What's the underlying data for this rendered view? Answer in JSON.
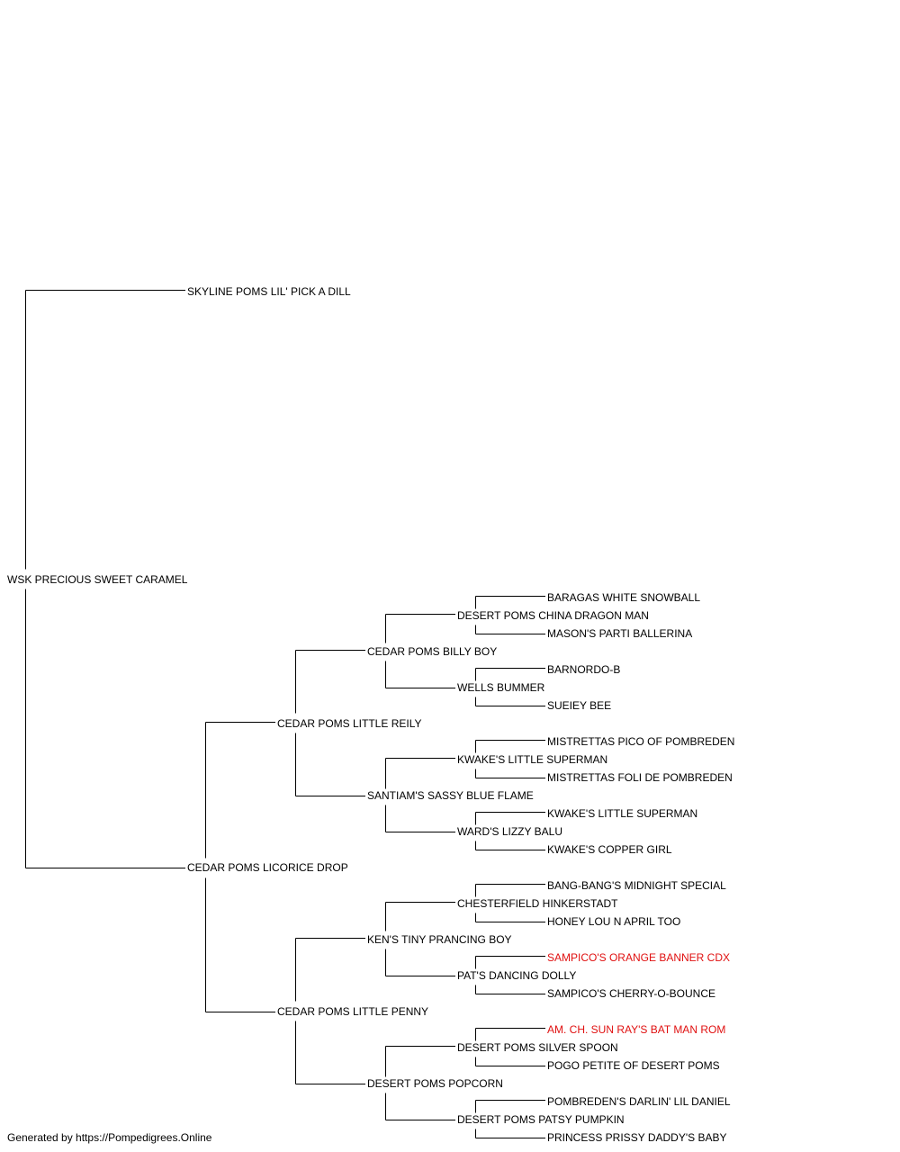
{
  "pedigree": {
    "subject": "WSK PRECIOUS SWEET CARAMEL",
    "sire": {
      "name": "SKYLINE POMS LIL' PICK A DILL"
    },
    "dam": {
      "name": "CEDAR POMS LICORICE DROP",
      "sire": {
        "name": "CEDAR POMS LITTLE REILY",
        "sire": {
          "name": "CEDAR POMS BILLY BOY",
          "sire": {
            "name": "DESERT POMS CHINA DRAGON MAN",
            "sire": "BARAGAS WHITE SNOWBALL",
            "dam": "MASON'S PARTI BALLERINA"
          },
          "dam": {
            "name": "WELLS BUMMER",
            "sire": "BARNORDO-B",
            "dam": "SUEIEY BEE"
          }
        },
        "dam": {
          "name": "SANTIAM'S SASSY BLUE FLAME",
          "sire": {
            "name": "KWAKE'S LITTLE SUPERMAN",
            "sire": "MISTRETTAS PICO OF POMBREDEN",
            "dam": "MISTRETTAS FOLI DE POMBREDEN"
          },
          "dam": {
            "name": "WARD'S LIZZY BALU",
            "sire": "KWAKE'S LITTLE SUPERMAN",
            "dam": "KWAKE'S COPPER GIRL"
          }
        }
      },
      "dam": {
        "name": "CEDAR POMS LITTLE PENNY",
        "sire": {
          "name": "KEN'S TINY PRANCING BOY",
          "sire": {
            "name": "CHESTERFIELD HINKERSTADT",
            "sire": "BANG-BANG'S MIDNIGHT SPECIAL",
            "dam": "HONEY LOU N APRIL TOO"
          },
          "dam": {
            "name": "PAT'S DANCING DOLLY",
            "sire": "SAMPICO'S ORANGE BANNER CDX",
            "dam": "SAMPICO'S CHERRY-O-BOUNCE"
          }
        },
        "dam": {
          "name": "DESERT POMS POPCORN",
          "sire": {
            "name": "DESERT POMS SILVER SPOON",
            "sire": "AM. CH. SUN RAY'S BAT MAN ROM",
            "dam": "POGO PETITE OF DESERT POMS"
          },
          "dam": {
            "name": "DESERT POMS PATSY PUMPKIN",
            "sire": "POMBREDEN'S DARLIN' LIL DANIEL",
            "dam": "PRINCESS PRISSY DADDY'S BABY"
          }
        }
      }
    }
  },
  "highlighted": [
    "SAMPICO'S ORANGE BANNER CDX",
    "AM. CH. SUN RAY'S BAT MAN ROM"
  ],
  "colors": {
    "line": "#000000",
    "text": "#000000",
    "highlight": "#e01010"
  },
  "footer": "Generated by https://Pompedigrees.Online"
}
